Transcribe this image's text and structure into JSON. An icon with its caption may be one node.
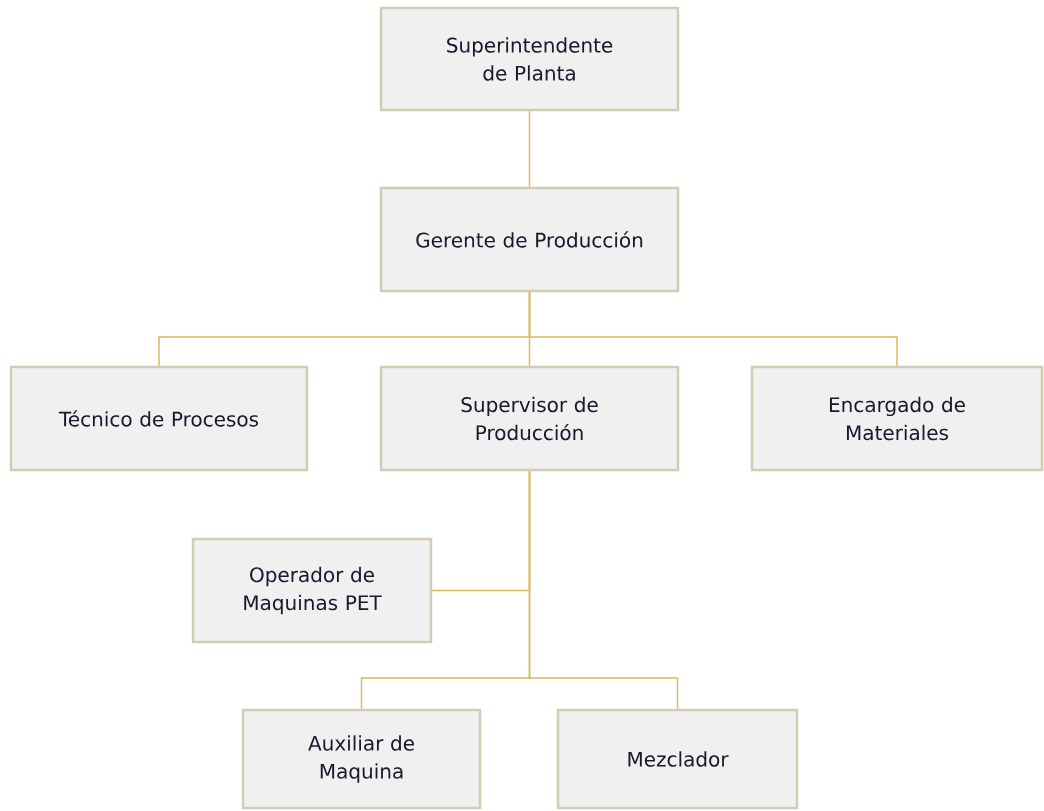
{
  "diagram": {
    "nodes": [
      {
        "text": [
          "Superintendente de Planta"
        ]
      },
      {
        "text": [
          "Gerente de Producción"
        ]
      },
      {
        "text": [
          "Técnico de Procesos"
        ]
      },
      {
        "text": [
          "Supervisor de Producción"
        ]
      },
      {
        "text": [
          "Encargado de Materiales"
        ]
      },
      {
        "text": [
          "Operador de Maquinas PET"
        ]
      },
      {
        "text": [
          "Auxiliar de Maquina"
        ]
      },
      {
        "text": [
          "Mezclador"
        ]
      }
    ],
    "edges": [
      {
        "from": 0,
        "to": 1,
        "arrow": "none"
      },
      {
        "from": 1,
        "to": 2,
        "arrow": "none"
      },
      {
        "from": 1,
        "to": 3,
        "arrow": "none"
      },
      {
        "from": 1,
        "to": 4,
        "arrow": "none"
      },
      {
        "from": 3,
        "to": 5,
        "arrow": "none"
      },
      {
        "from": 3,
        "to": 6,
        "arrow": "none"
      },
      {
        "from": 3,
        "to": 7,
        "arrow": "none"
      }
    ]
  }
}
